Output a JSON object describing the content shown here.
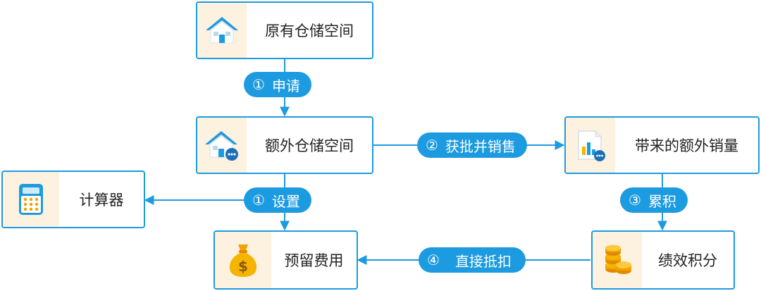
{
  "nodes": {
    "original_storage": "原有仓储空间",
    "extra_storage": "额外仓储空间",
    "extra_sales": "带来的额外销量",
    "calculator": "计算器",
    "reserved_fee": "预留费用",
    "performance_points": "绩效积分"
  },
  "steps": {
    "apply": {
      "num": "①",
      "label": "申请"
    },
    "approve_sell": {
      "num": "②",
      "label": "获批并销售"
    },
    "setup": {
      "num": "①",
      "label": "设置"
    },
    "accumulate": {
      "num": "③",
      "label": "累积"
    },
    "deduct": {
      "num": "④",
      "label": "直接抵扣"
    }
  },
  "colors": {
    "accent": "#1d9be0",
    "icon_background": "#fdf1e0",
    "arrow": "#1d9be0"
  }
}
